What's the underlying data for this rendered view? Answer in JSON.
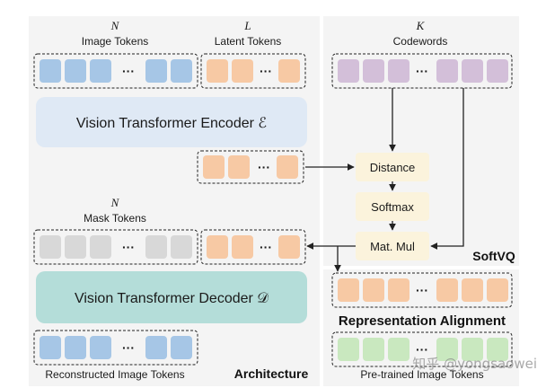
{
  "architecture_panel": {
    "label": "Architecture",
    "image_tokens": {
      "symbol": "N",
      "label": "Image Tokens"
    },
    "latent_tokens": {
      "symbol": "L",
      "label": "Latent Tokens"
    },
    "encoder": {
      "label": "Vision Transformer Encoder ℰ"
    },
    "mask_tokens": {
      "symbol": "N",
      "label": "Mask Tokens"
    },
    "decoder": {
      "label": "Vision Transformer Decoder 𝒟"
    },
    "reconstructed": {
      "label": "Reconstructed Image Tokens"
    },
    "ellipsis": "···"
  },
  "softvq_panel": {
    "label": "SoftVQ",
    "codewords": {
      "symbol": "K",
      "label": "Codewords"
    },
    "steps": [
      "Distance",
      "Softmax",
      "Mat. Mul"
    ]
  },
  "alignment_panel": {
    "label": "Representation Alignment",
    "pretrained": {
      "label": "Pre-trained Image Tokens"
    }
  },
  "watermark": "知乎 @yongsaowei",
  "colors": {
    "panel_bg": "#f4f4f4",
    "encoder": "#dfe9f5",
    "decoder": "#b4ddd9",
    "step_box": "#fbf3dc",
    "image_token": "#a6c6e6",
    "latent_token": "#f7c9a4",
    "mask_token": "#d8d8d8",
    "codeword": "#d3bfd9",
    "pretrained_token": "#c9e8bf"
  }
}
